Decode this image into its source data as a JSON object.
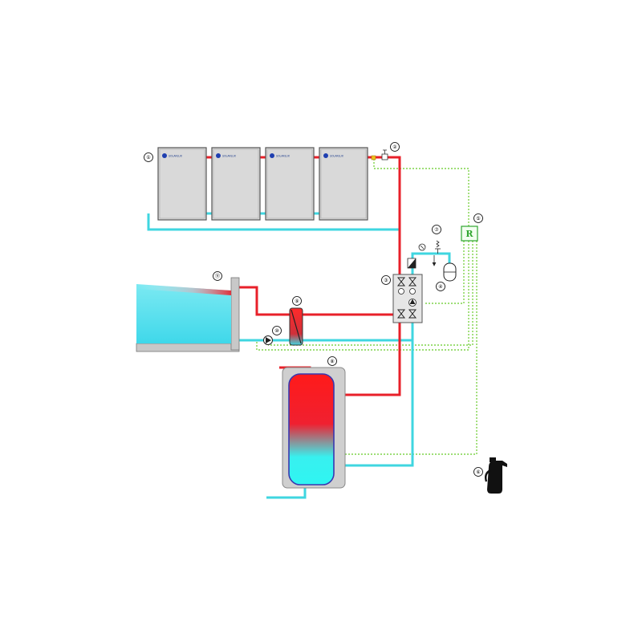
{
  "colors": {
    "hot_pipe": "#e8202a",
    "cold_pipe": "#3fd6e0",
    "signal_wire": "#7fd34a",
    "panel_fill": "#d9d9d9",
    "panel_border": "#555555",
    "controller": "#2fa52f"
  },
  "collector": {
    "panel_brand": "SOLARLUX",
    "panel_icon": "sun-logo-icon",
    "panel_count": 4
  },
  "labels": {
    "n1": "①",
    "n2": "②",
    "n3": "③",
    "n4": "④",
    "n5": "⑤",
    "n6": "⑥",
    "n7": "⑦",
    "n8": "⑧",
    "n9": "⑨",
    "n10": "⑩",
    "n11": "⑪"
  },
  "controller": {
    "letter": "R"
  },
  "icons": {
    "air_vent": "air-vent-icon",
    "pressure_gauge": "pressure-gauge-icon",
    "safety_valve": "safety-valve-icon",
    "expansion_vessel": "expansion-vessel-icon",
    "pump": "pump-icon",
    "valve": "valve-icon",
    "heat_exchanger": "heat-exchanger-icon",
    "antifreeze_canister": "antifreeze-canister-icon"
  }
}
